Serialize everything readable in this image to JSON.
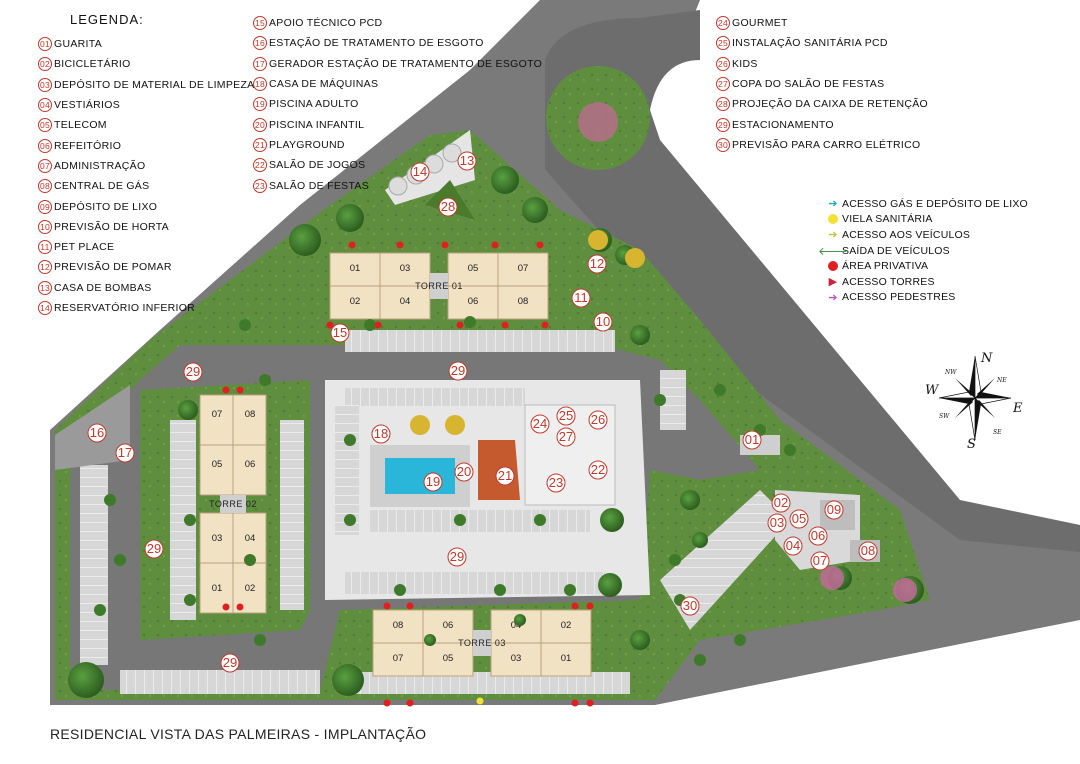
{
  "legend": {
    "title": "LEGENDA:",
    "col1": [
      {
        "n": "01",
        "label": "GUARITA"
      },
      {
        "n": "02",
        "label": "BICICLETÁRIO"
      },
      {
        "n": "03",
        "label": "DEPÓSITO DE MATERIAL DE LIMPEZA"
      },
      {
        "n": "04",
        "label": "VESTIÁRIOS"
      },
      {
        "n": "05",
        "label": "TELECOM"
      },
      {
        "n": "06",
        "label": "REFEITÓRIO"
      },
      {
        "n": "07",
        "label": "ADMINISTRAÇÃO"
      },
      {
        "n": "08",
        "label": "CENTRAL DE GÁS"
      },
      {
        "n": "09",
        "label": "DEPÓSITO DE LIXO"
      },
      {
        "n": "10",
        "label": "PREVISÃO DE HORTA"
      },
      {
        "n": "11",
        "label": "PET PLACE"
      },
      {
        "n": "12",
        "label": "PREVISÃO DE POMAR"
      },
      {
        "n": "13",
        "label": "CASA DE BOMBAS"
      },
      {
        "n": "14",
        "label": "RESERVATÓRIO INFERIOR"
      }
    ],
    "col2": [
      {
        "n": "15",
        "label": "APOIO TÉCNICO PCD"
      },
      {
        "n": "16",
        "label": "ESTAÇÃO DE TRATAMENTO DE ESGOTO"
      },
      {
        "n": "17",
        "label": "GERADOR ESTAÇÃO DE TRATAMENTO DE ESGOTO"
      },
      {
        "n": "18",
        "label": "CASA DE MÁQUINAS"
      },
      {
        "n": "19",
        "label": "PISCINA ADULTO"
      },
      {
        "n": "20",
        "label": "PISCINA INFANTIL"
      },
      {
        "n": "21",
        "label": "PLAYGROUND"
      },
      {
        "n": "22",
        "label": "SALÃO DE JOGOS"
      },
      {
        "n": "23",
        "label": "SALÃO DE FESTAS"
      }
    ],
    "col3": [
      {
        "n": "24",
        "label": "GOURMET"
      },
      {
        "n": "25",
        "label": "INSTALAÇÃO SANITÁRIA PCD"
      },
      {
        "n": "26",
        "label": "KIDS"
      },
      {
        "n": "27",
        "label": "COPA DO SALÃO DE FESTAS"
      },
      {
        "n": "28",
        "label": "PROJEÇÃO DA CAIXA DE RETENÇÃO"
      },
      {
        "n": "29",
        "label": "ESTACIONAMENTO"
      },
      {
        "n": "30",
        "label": "PREVISÃO PARA CARRO ELÉTRICO"
      }
    ]
  },
  "access": [
    {
      "label": "ACESSO GÁS E DEPÓSITO DE LIXO",
      "symbol": "➔",
      "color": "#1fa9b8"
    },
    {
      "label": "VIELA SANITÁRIA",
      "symbol": "dot",
      "color": "#f2e234"
    },
    {
      "label": "ACESSO AOS VEÍCULOS",
      "symbol": "➔",
      "color": "#b9c43a"
    },
    {
      "label": "SAÍDA DE VEÍCULOS",
      "symbol": "🡐",
      "color": "#2e8b3a"
    },
    {
      "label": "ÁREA PRIVATIVA",
      "symbol": "dot",
      "color": "#e02020"
    },
    {
      "label": "ACESSO TORRES",
      "symbol": "▶",
      "color": "#d0203a"
    },
    {
      "label": "ACESSO PEDESTRES",
      "symbol": "➔",
      "color": "#c050b0"
    }
  ],
  "towers": {
    "t1": {
      "label": "TORRE 01",
      "units": [
        "01",
        "03",
        "05",
        "07",
        "02",
        "04",
        "06",
        "08"
      ]
    },
    "t2": {
      "label": "TORRE 02",
      "units": [
        "07",
        "08",
        "05",
        "06",
        "03",
        "04",
        "01",
        "02"
      ]
    },
    "t3": {
      "label": "TORRE 03",
      "units": [
        "08",
        "06",
        "04",
        "02",
        "07",
        "05",
        "03",
        "01"
      ]
    }
  },
  "compass": {
    "n": "N",
    "s": "S",
    "e": "E",
    "w": "W",
    "ne": "NE",
    "nw": "NW",
    "se": "SE",
    "sw": "SW"
  },
  "caption": "RESIDENCIAL VISTA DAS PALMEIRAS - IMPLANTAÇÃO"
}
